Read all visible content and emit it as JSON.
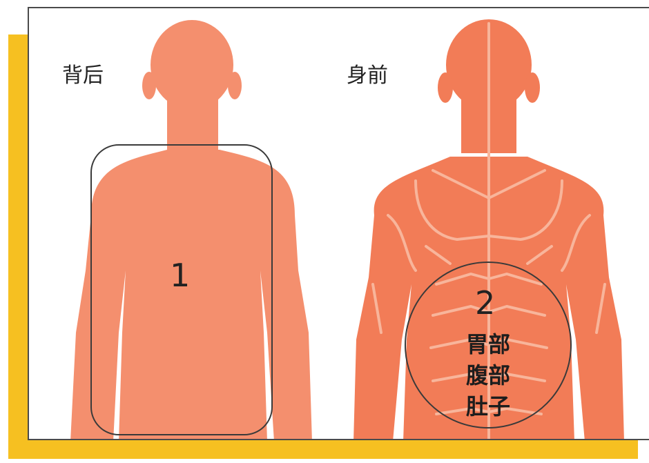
{
  "labels": {
    "back": "背后",
    "front": "身前"
  },
  "zones": {
    "back_number": "1",
    "front_number": "2",
    "front_text": [
      "胃部",
      "腹部",
      "肚子"
    ]
  },
  "colors": {
    "body_back": "#f48f6e",
    "body_front": "#f27c57",
    "muscle_line": "#f8b59b",
    "frame": "#f6c021",
    "outline": "#3a3a3a"
  }
}
